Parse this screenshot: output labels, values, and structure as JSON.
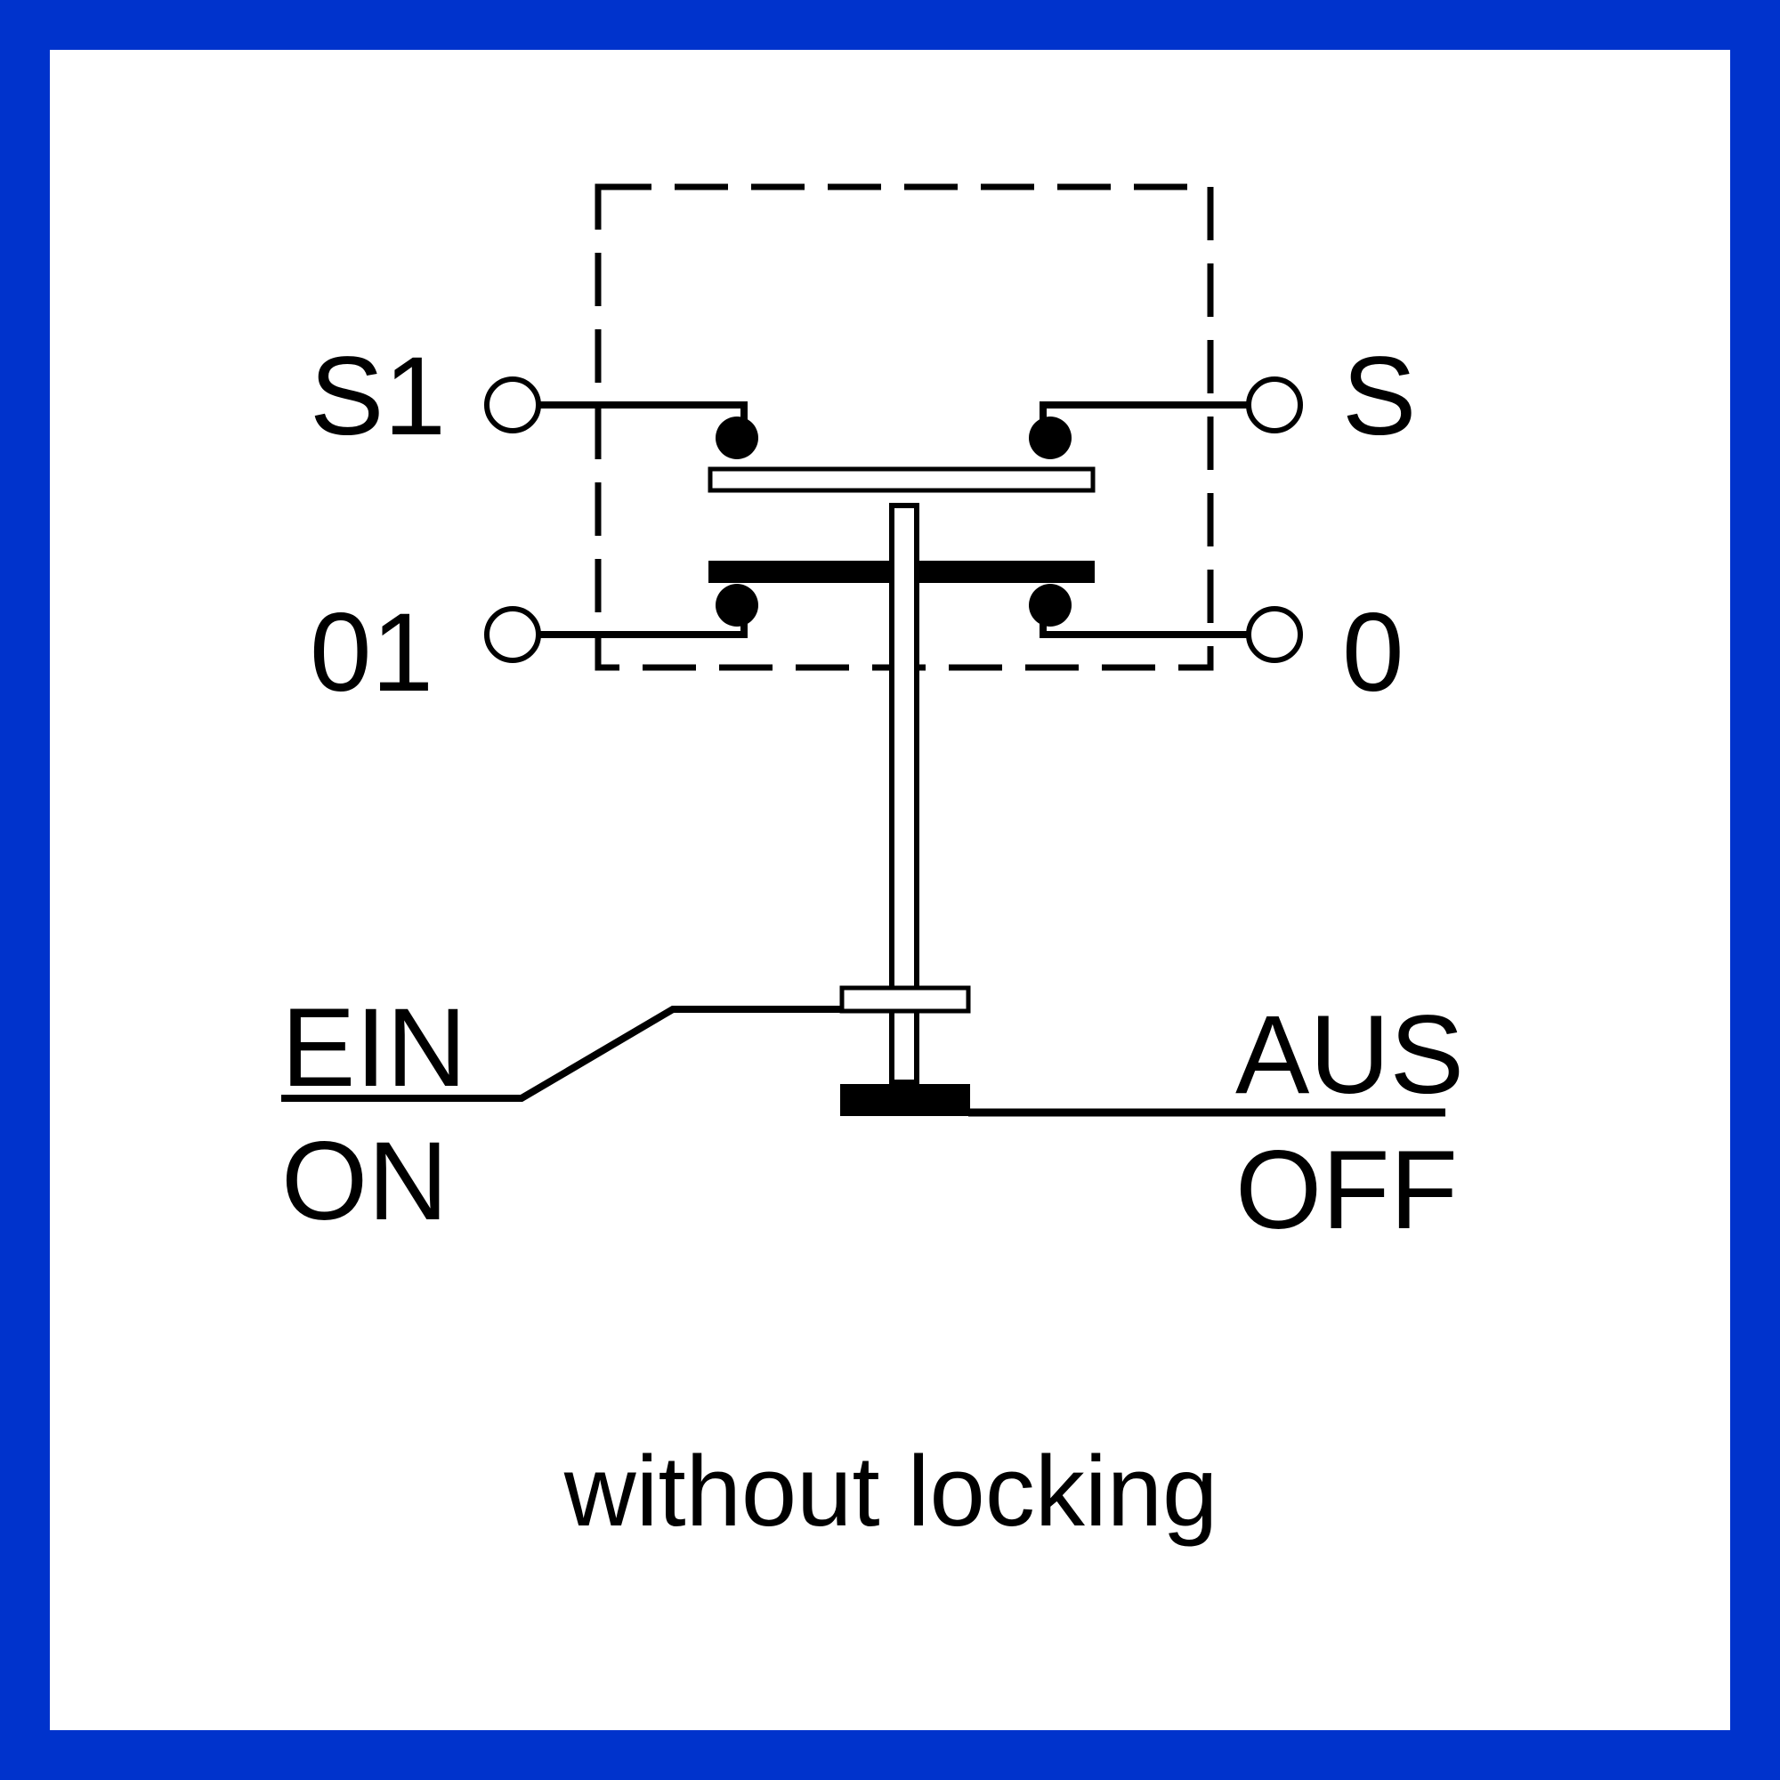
{
  "frame_color": "#0033cc",
  "background_color": "#ffffff",
  "line_color": "#000000",
  "terminals": {
    "s1": "S1",
    "s": "S",
    "o1": "01",
    "o": "0"
  },
  "positions": {
    "on_de": "EIN",
    "on_en": "ON",
    "off_de": "AUS",
    "off_en": "OFF"
  },
  "caption": "without locking"
}
